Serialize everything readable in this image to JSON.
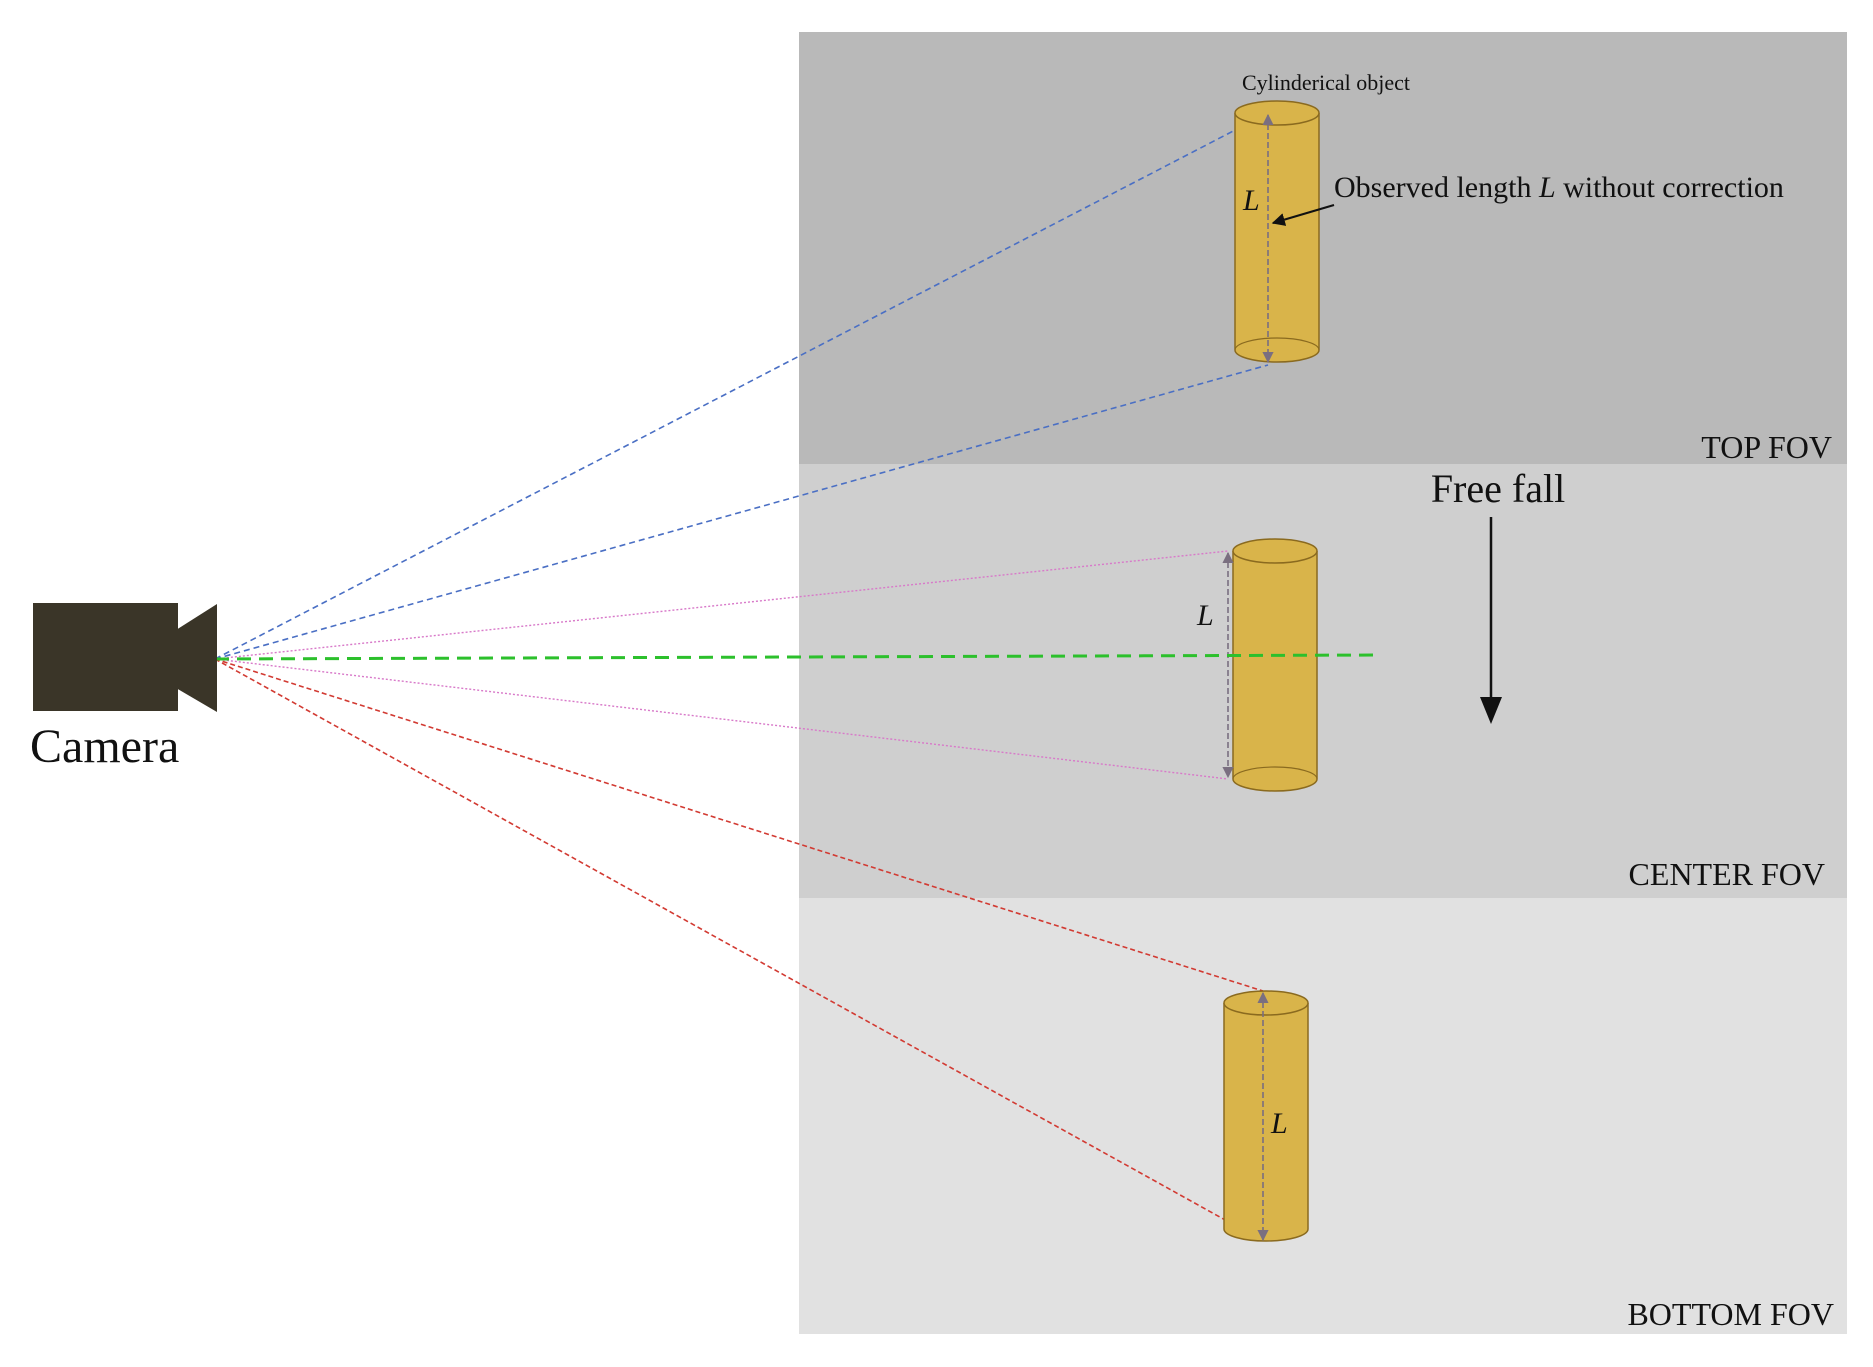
{
  "colors": {
    "top_fov_bg": "#b9b9b9",
    "center_fov_bg": "#cfcfcf",
    "bottom_fov_bg": "#e1e1e1",
    "cylinder_fill": "#d9b44a",
    "cylinder_stroke": "#8a6a1f",
    "camera": "#3a3528",
    "ray_top": "#4a6fc4",
    "ray_center": "#d879c9",
    "ray_bottom": "#d23a32",
    "optical_axis": "#2cc02c",
    "measure_line": "#7a6f80"
  },
  "camera": {
    "label": "Camera",
    "icon": "video-camera-icon"
  },
  "regions": {
    "top": {
      "label": "TOP FOV"
    },
    "center": {
      "label": "CENTER FOV"
    },
    "bottom": {
      "label": "BOTTOM FOV"
    }
  },
  "cylinder_label": "Cylinderical object",
  "observed_annotation": {
    "prefix": "Observed length ",
    "symbol": "L",
    "suffix": " without correction"
  },
  "length_symbol": "L",
  "motion": {
    "label": "Free fall",
    "icon": "down-arrow-icon"
  }
}
